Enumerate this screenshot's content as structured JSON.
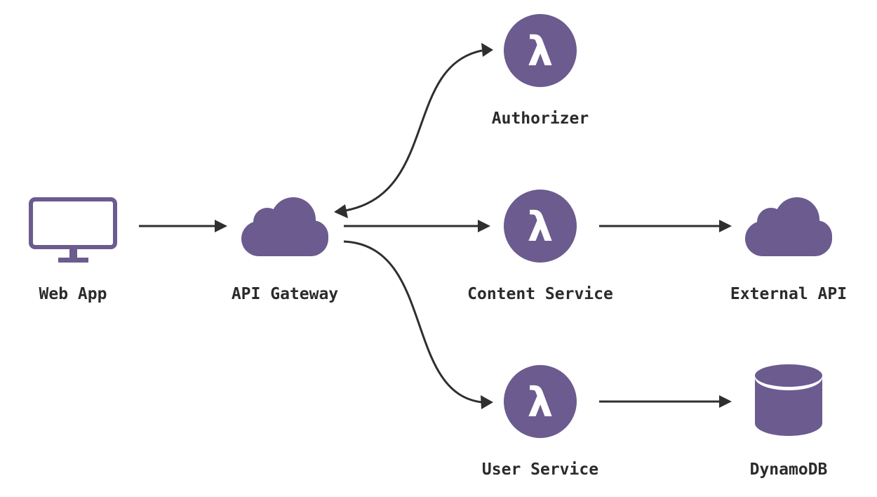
{
  "colors": {
    "accent": "#6b5b8f",
    "edge": "#2f2f2f",
    "text": "#2b2b2b",
    "background": "#ffffff"
  },
  "nodes": {
    "web_app": {
      "label": "Web App",
      "icon": "monitor-icon"
    },
    "api_gateway": {
      "label": "API Gateway",
      "icon": "cloud-icon"
    },
    "authorizer": {
      "label": "Authorizer",
      "icon": "lambda-icon",
      "glyph": "λ"
    },
    "content_service": {
      "label": "Content Service",
      "icon": "lambda-icon",
      "glyph": "λ"
    },
    "user_service": {
      "label": "User Service",
      "icon": "lambda-icon",
      "glyph": "λ"
    },
    "external_api": {
      "label": "External API",
      "icon": "cloud-icon"
    },
    "dynamodb": {
      "label": "DynamoDB",
      "icon": "database-icon"
    }
  },
  "edges": [
    {
      "from": "web_app",
      "to": "api_gateway"
    },
    {
      "from": "api_gateway",
      "to": "authorizer",
      "bidirectional": true
    },
    {
      "from": "api_gateway",
      "to": "content_service"
    },
    {
      "from": "api_gateway",
      "to": "user_service"
    },
    {
      "from": "content_service",
      "to": "external_api"
    },
    {
      "from": "user_service",
      "to": "dynamodb"
    }
  ]
}
